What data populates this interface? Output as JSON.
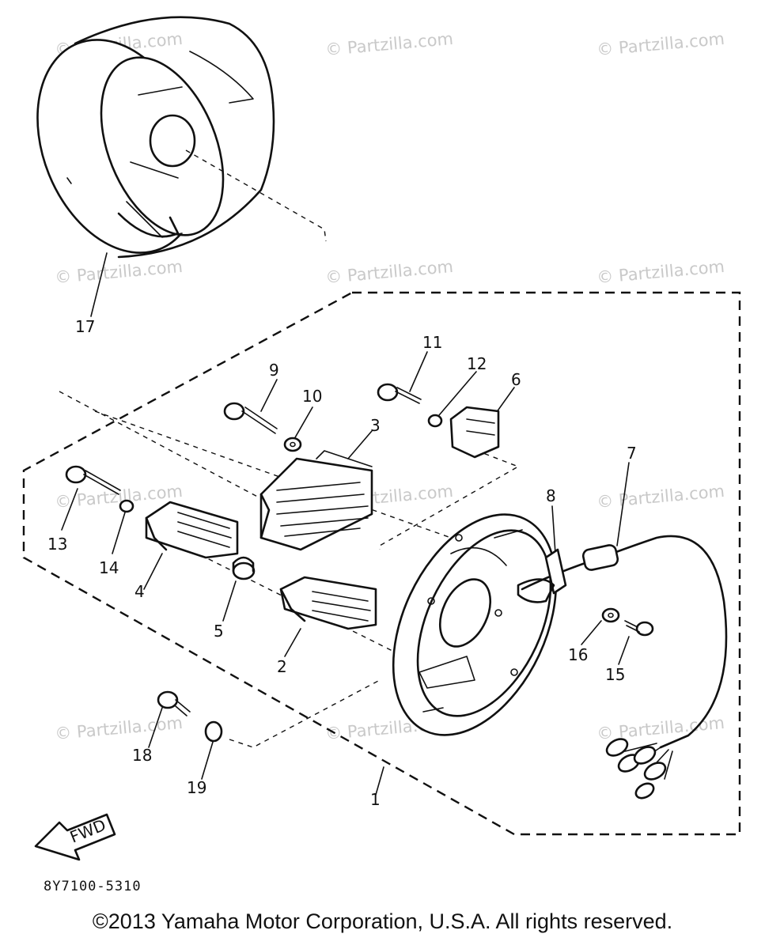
{
  "watermarks": [
    "© Partzilla.com",
    "© Partzilla.com",
    "© Partzilla.com",
    "© Partzilla.com",
    "© Partzilla.com",
    "© Partzilla.com",
    "© Partzilla.com",
    "© Partzilla.com",
    "© Partzilla.com",
    "© Partzilla.com",
    "© Partzilla.com",
    "© Partzilla.com"
  ],
  "callouts": [
    "1",
    "2",
    "3",
    "4",
    "5",
    "6",
    "7",
    "8",
    "9",
    "10",
    "11",
    "12",
    "13",
    "14",
    "15",
    "16",
    "17",
    "18",
    "19"
  ],
  "fwd_label": "FWD",
  "diagram_code": "8Y7100-5310",
  "copyright": "©2013  Yamaha Motor Corporation, U.S.A. All rights reserved."
}
